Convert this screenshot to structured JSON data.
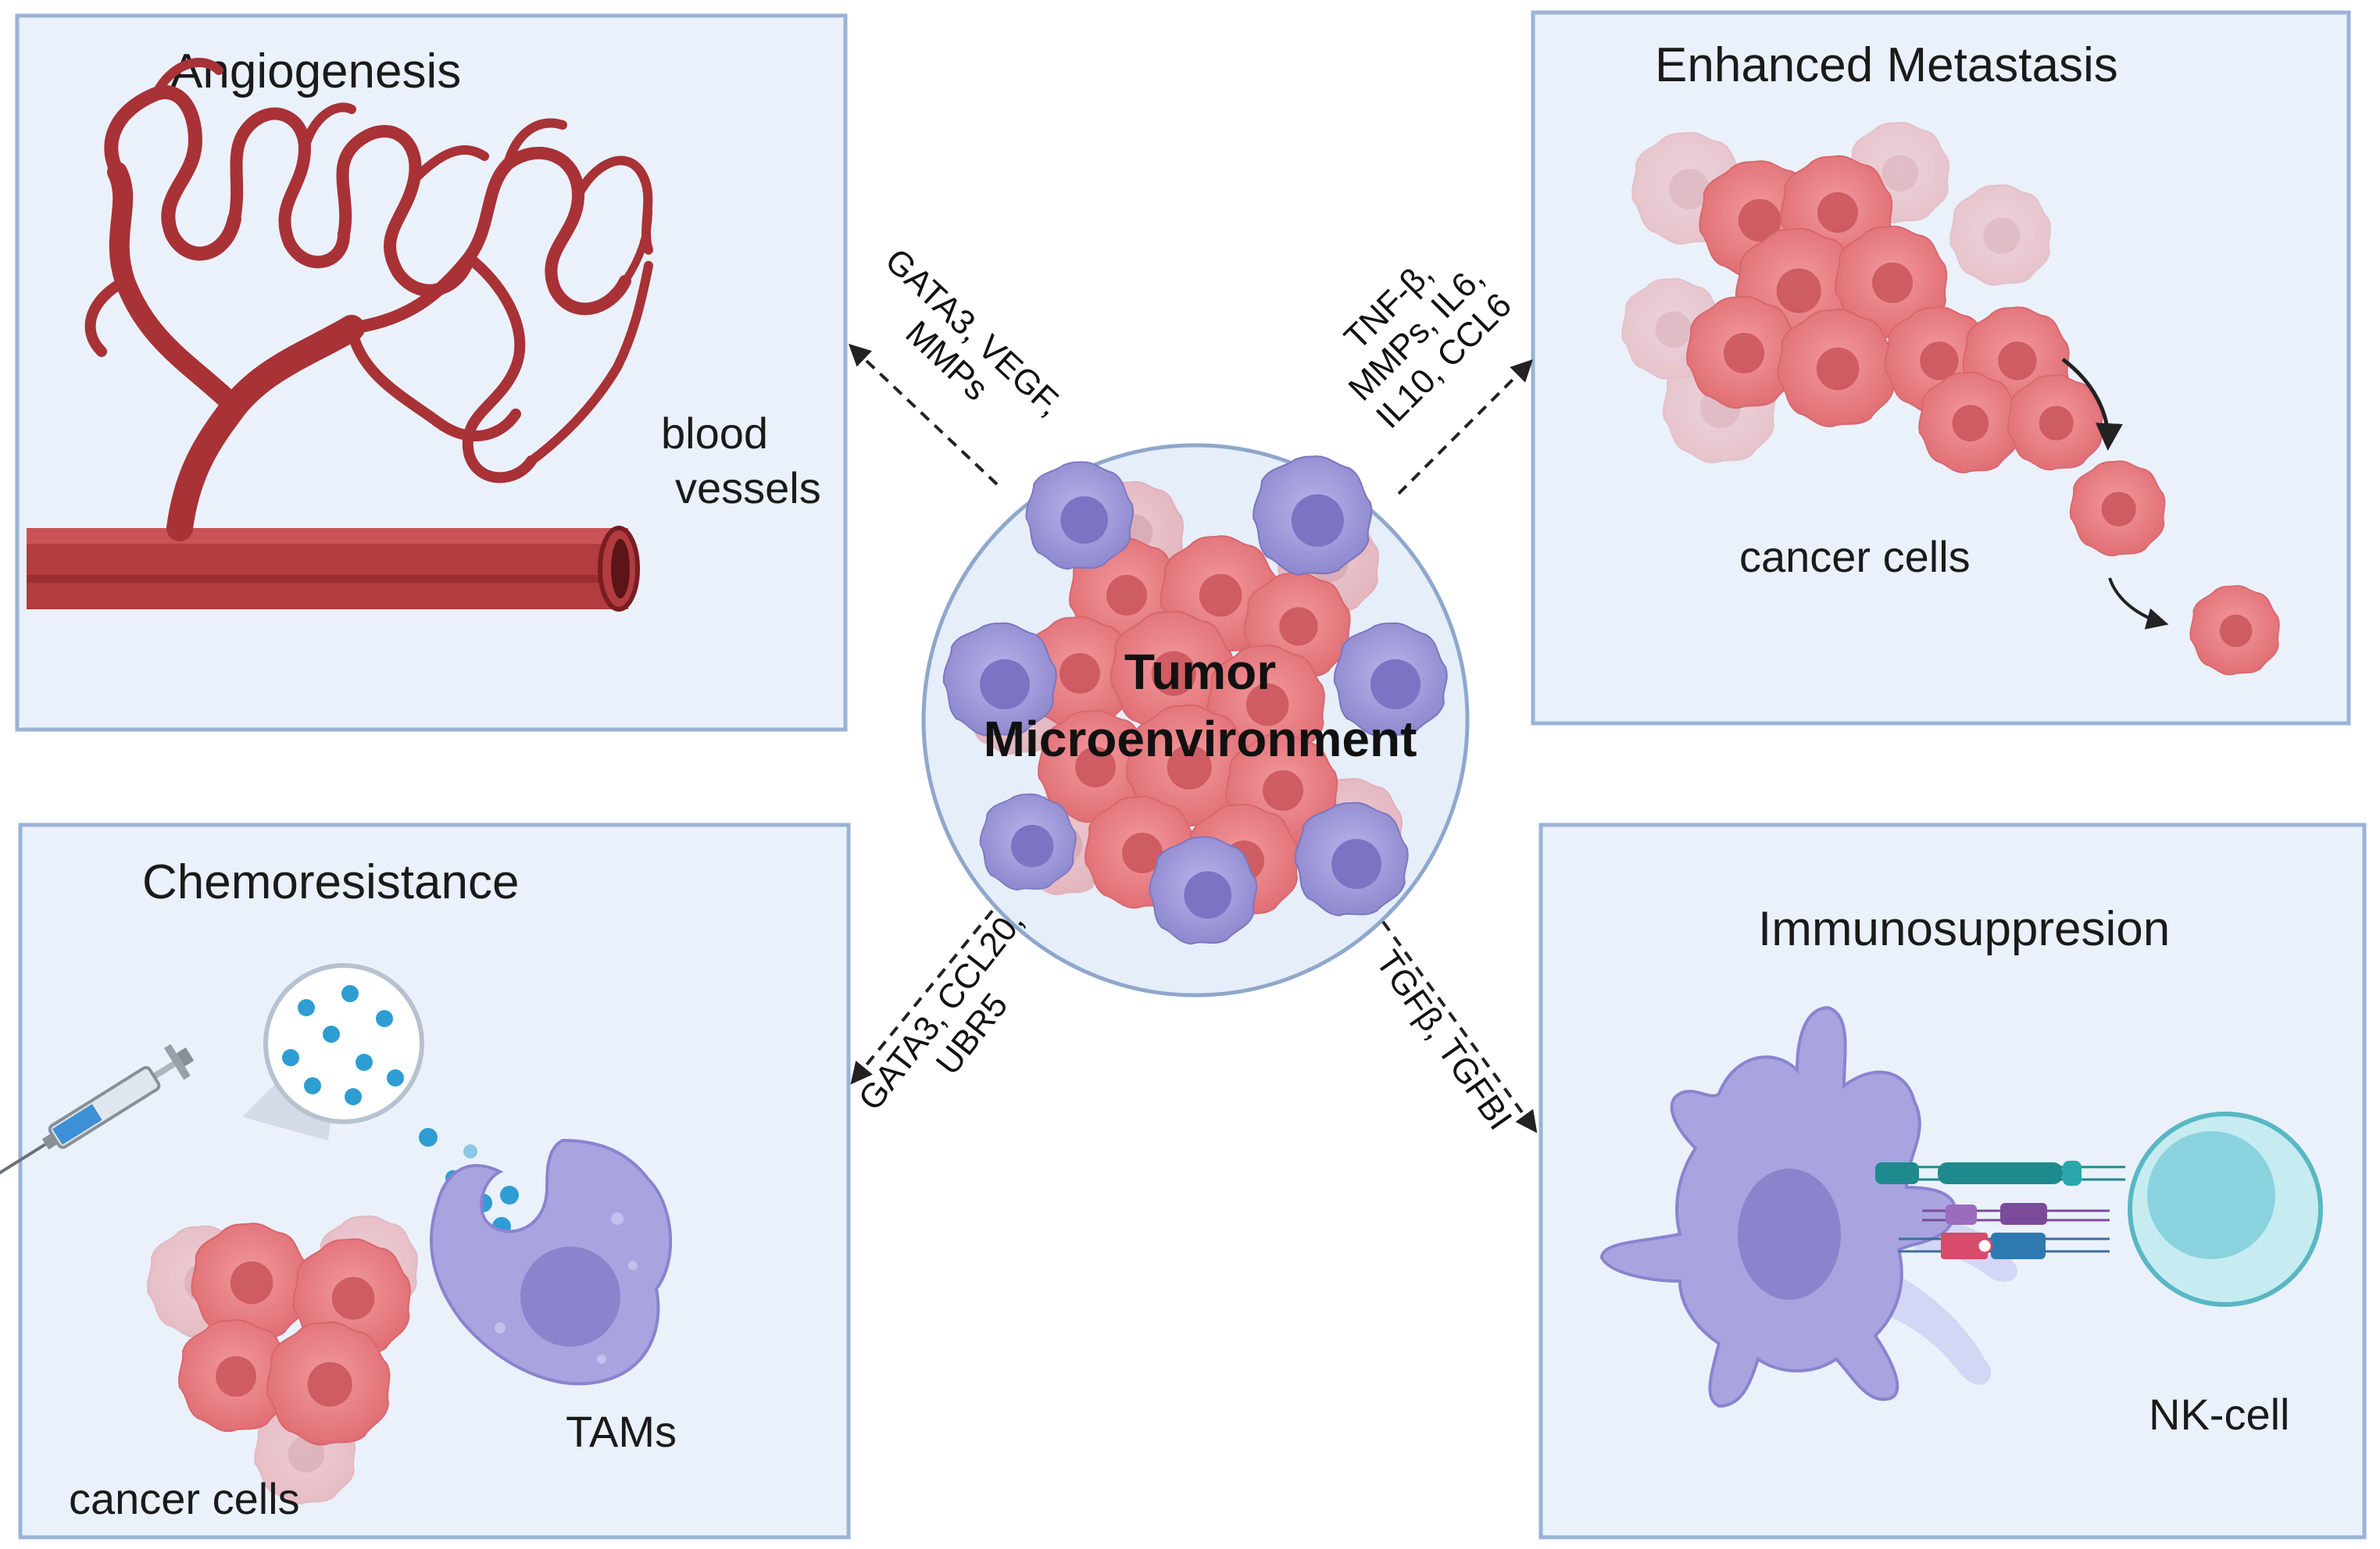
{
  "panels": {
    "angiogenesis": {
      "title": "Angiogenesis",
      "label_line1": "blood",
      "label_line2": "vessels"
    },
    "metastasis": {
      "title": "Enhanced Metastasis",
      "label": "cancer cells"
    },
    "chemoresistance": {
      "title": "Chemoresistance",
      "label_cancer": "cancer cells",
      "label_tams": "TAMs"
    },
    "immunosuppression": {
      "title": "Immunosuppresion",
      "label": "NK-cell"
    }
  },
  "center": {
    "line1": "Tumor",
    "line2": "Microenvironment"
  },
  "arrows": {
    "top_left": {
      "line1": "GATA3, VEGF,",
      "line2": "MMPs"
    },
    "top_right": {
      "line1": "TNF-β,",
      "line2": "MMPs, IL6,",
      "line3": "IL10, CCL6"
    },
    "bottom_left": {
      "line1": "GATA3, CCL20,",
      "line2": "UBR5"
    },
    "bottom_right": {
      "line1": "TGFβ, TGFBI"
    }
  },
  "colors": {
    "panel_fill": "#eaf1fb",
    "panel_border": "#9ab3d6",
    "vessel": "#a83236",
    "cancer_cell": "#e8858a",
    "immune_cell": "#9f9ad6",
    "nk_cell": "#7fd0dc"
  }
}
